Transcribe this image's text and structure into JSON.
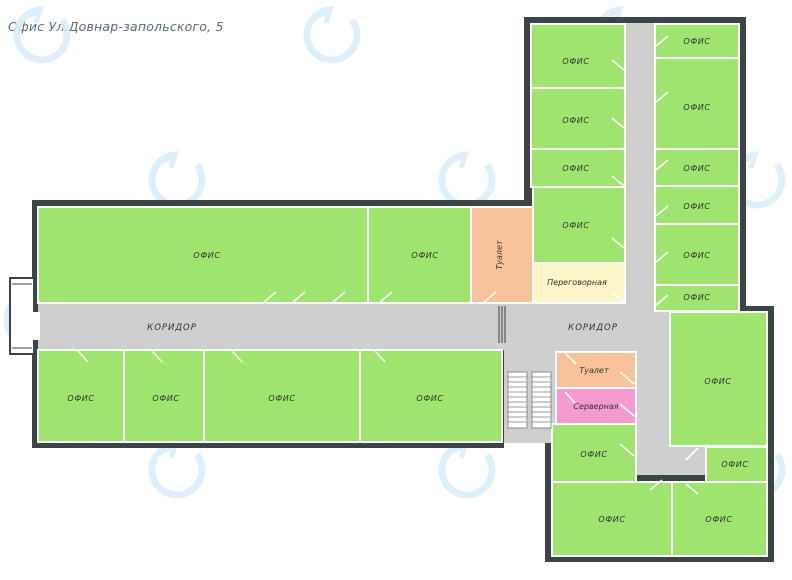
{
  "title": "Офис Ул.Довнар-запольского, 5",
  "colors": {
    "wall": "#3b4548",
    "corridor": "#cfcfcf",
    "office": "#9fe46e",
    "toilet": "#f8c39a",
    "meeting": "#fbf5c8",
    "server": "#f39ad1",
    "watermark": "#d8effa"
  },
  "icons": [
    "watermark-logo-icon",
    "stairs-icon",
    "entrance-icon"
  ],
  "rooms": {
    "office": "ОФИС",
    "corridor": "КОРИДОР",
    "toilet": "Туалет",
    "meeting": "Переговорная",
    "server": "Серверная"
  }
}
